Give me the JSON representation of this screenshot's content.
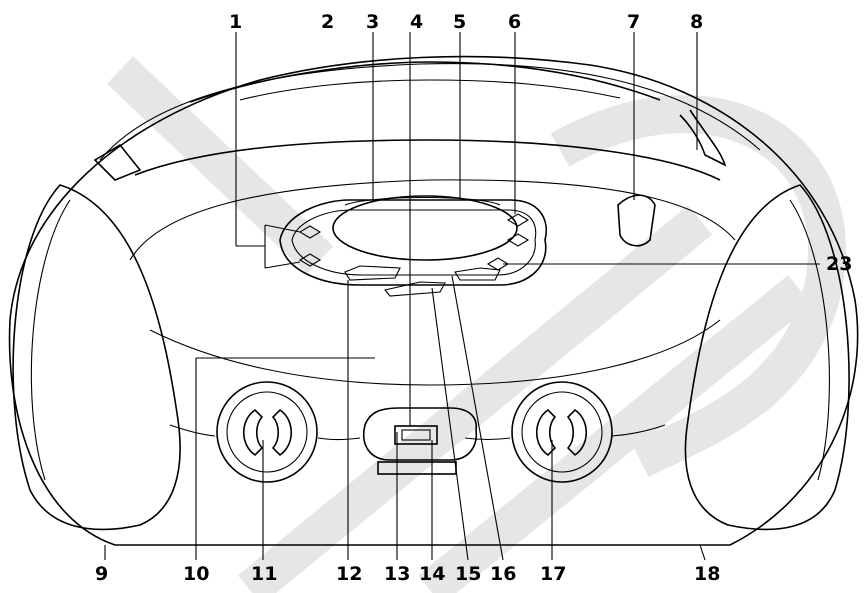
{
  "diagram": {
    "labels": {
      "l1": "1",
      "l2": "2",
      "l3": "3",
      "l4": "4",
      "l5": "5",
      "l6": "6",
      "l7": "7",
      "l8": "8",
      "l9": "9",
      "l10": "10",
      "l11": "11",
      "l12": "12",
      "l13": "13",
      "l14": "14",
      "l15": "15",
      "l16": "16",
      "l17": "17",
      "l18": "18",
      "l23": "23"
    }
  }
}
